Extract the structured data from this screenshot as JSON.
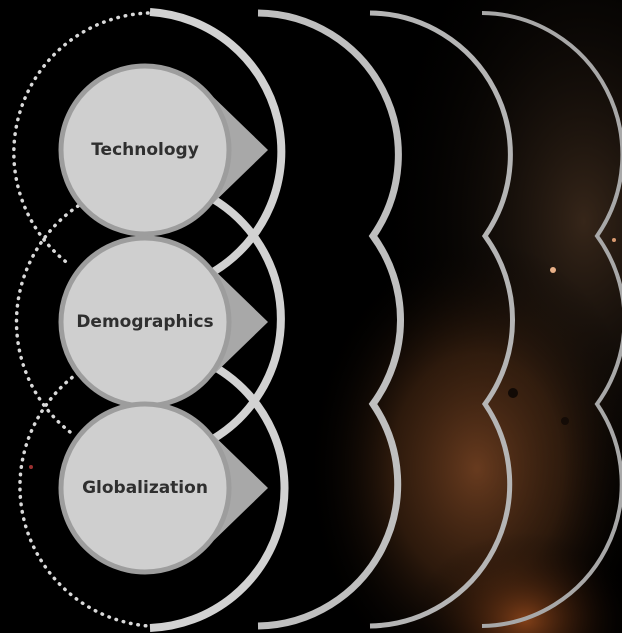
{
  "diagram": {
    "nodes": [
      {
        "label": "Technology"
      },
      {
        "label": "Demographics"
      },
      {
        "label": "Globalization"
      }
    ]
  },
  "colors": {
    "background": "#000000",
    "nebula": "#6a3a1c",
    "circle_fill": "#cfcfcf",
    "circle_stroke": "#9d9d9d",
    "pointer": "#a8a8a8",
    "text": "#2f2f2f",
    "arc_1": "#d2d2d2",
    "arc_2": "#bfbfbf",
    "arc_3": "#b5b5b5",
    "arc_4": "#a8a8a8",
    "dotted": "#d9d9d9"
  }
}
